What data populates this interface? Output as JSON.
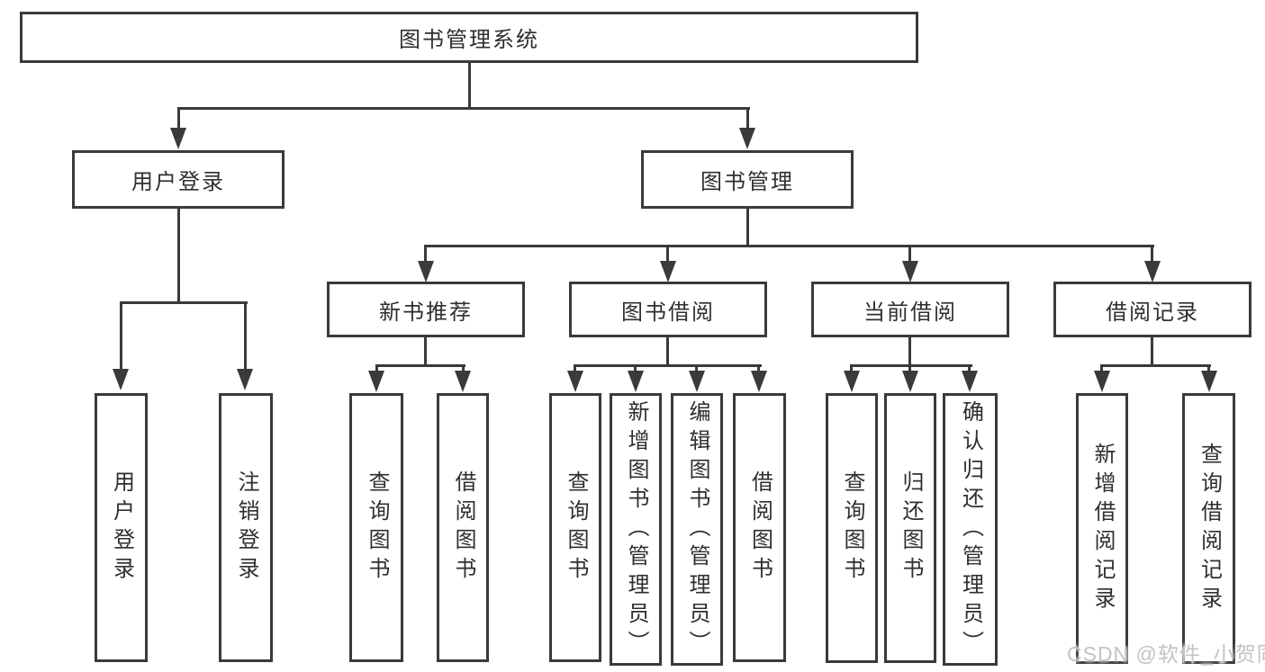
{
  "colors": {
    "background": "#ffffff",
    "line": "#3a3a3a",
    "text": "#2f2f2f",
    "watermark": "#c3c3c3"
  },
  "tree": {
    "root": "图书管理系统",
    "level1": [
      {
        "label": "用户登录",
        "leaves": [
          "用户登录",
          "注销登录"
        ]
      },
      {
        "label": "图书管理",
        "children": [
          {
            "label": "新书推荐",
            "leaves": [
              "查询图书",
              "借阅图书"
            ]
          },
          {
            "label": "图书借阅",
            "leaves": [
              "查询图书",
              "新增图书（管理员）",
              "编辑图书（管理员）",
              "借阅图书"
            ]
          },
          {
            "label": "当前借阅",
            "leaves": [
              "查询图书",
              "归还图书",
              "确认归还（管理员）"
            ]
          },
          {
            "label": "借阅记录",
            "leaves": [
              "新增借阅记录",
              "查询借阅记录"
            ]
          }
        ]
      }
    ]
  },
  "watermark": {
    "text": "CSDN @软件_小贺同学"
  }
}
